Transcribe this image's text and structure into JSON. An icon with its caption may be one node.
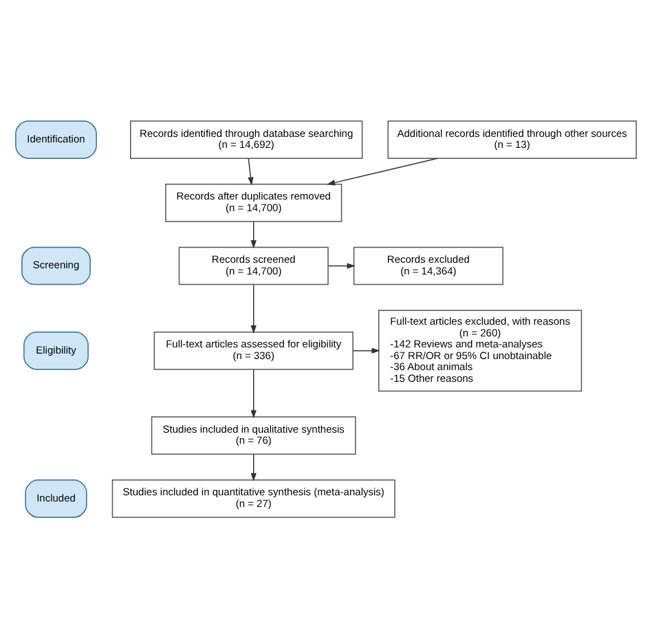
{
  "diagram": {
    "nodes": [
      {
        "text": [
          "Identification"
        ]
      },
      {
        "text": [
          "Screening"
        ]
      },
      {
        "text": [
          "Eligibility"
        ]
      },
      {
        "text": [
          "Included"
        ]
      },
      {
        "text": [
          "Records identified through database searching",
          "(n = 14,692)"
        ]
      },
      {
        "text": [
          "Additional records identified through other sources",
          "(n = 13)"
        ]
      },
      {
        "text": [
          "Records after duplicates removed",
          "(n = 14,700)"
        ]
      },
      {
        "text": [
          "Records screened",
          "(n = 14,700)"
        ]
      },
      {
        "text": [
          "Records excluded",
          "(n = 14,364)"
        ]
      },
      {
        "text": [
          "Full-text articles assessed for eligibility",
          "(n = 336)"
        ]
      },
      {
        "text": [
          "Full-text articles excluded, with reasons",
          "(n = 260)",
          "-142 Reviews and meta-analyses",
          "-67 RR/OR or 95% CI unobtainable",
          "-36 About animals",
          "-15 Other reasons"
        ]
      },
      {
        "text": [
          "Studies included in qualitative synthesis",
          "(n = 76)"
        ]
      },
      {
        "text": [
          "Studies included in quantitative synthesis (meta-analysis)",
          "(n = 27)"
        ]
      }
    ],
    "edges": [
      {
        "from": 4,
        "to": 6,
        "arrow": "to"
      },
      {
        "from": 5,
        "to": 6,
        "arrow": "to"
      },
      {
        "from": 6,
        "to": 7,
        "arrow": "to"
      },
      {
        "from": 7,
        "to": 8,
        "arrow": "to"
      },
      {
        "from": 7,
        "to": 9,
        "arrow": "to"
      },
      {
        "from": 9,
        "to": 10,
        "arrow": "to"
      },
      {
        "from": 9,
        "to": 11,
        "arrow": "to"
      },
      {
        "from": 11,
        "to": 12,
        "arrow": "to"
      }
    ]
  }
}
